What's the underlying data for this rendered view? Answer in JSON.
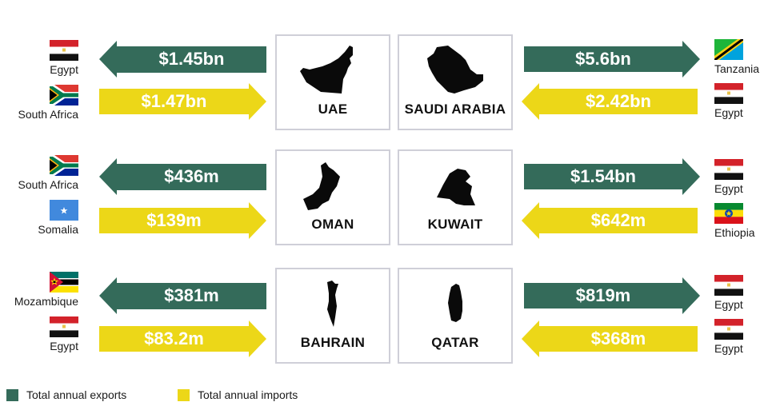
{
  "colors": {
    "exports": "#346b5a",
    "imports": "#ecd718",
    "box_border": "#cfcfd8"
  },
  "countries": [
    {
      "name": "UAE",
      "exports": {
        "value": "$1.45bn",
        "partner": "Egypt",
        "flag": "egypt-flag"
      },
      "imports": {
        "value": "$1.47bn",
        "partner": "South Africa",
        "flag": "south-africa-flag"
      }
    },
    {
      "name": "SAUDI ARABIA",
      "exports": {
        "value": "$5.6bn",
        "partner": "Tanzania",
        "flag": "tanzania-flag"
      },
      "imports": {
        "value": "$2.42bn",
        "partner": "Egypt",
        "flag": "egypt-flag"
      }
    },
    {
      "name": "OMAN",
      "exports": {
        "value": "$436m",
        "partner": "South Africa",
        "flag": "south-africa-flag"
      },
      "imports": {
        "value": "$139m",
        "partner": "Somalia",
        "flag": "somalia-flag"
      }
    },
    {
      "name": "KUWAIT",
      "exports": {
        "value": "$1.54bn",
        "partner": "Egypt",
        "flag": "egypt-flag"
      },
      "imports": {
        "value": "$642m",
        "partner": "Ethiopia",
        "flag": "ethiopia-flag"
      }
    },
    {
      "name": "BAHRAIN",
      "exports": {
        "value": "$381m",
        "partner": "Mozambique",
        "flag": "mozambique-flag"
      },
      "imports": {
        "value": "$83.2m",
        "partner": "Egypt",
        "flag": "egypt-flag"
      }
    },
    {
      "name": "QATAR",
      "exports": {
        "value": "$819m",
        "partner": "Egypt",
        "flag": "egypt-flag"
      },
      "imports": {
        "value": "$368m",
        "partner": "Egypt",
        "flag": "egypt-flag"
      }
    }
  ],
  "legend": {
    "exports_label": "Total annual exports",
    "imports_label": "Total annual imports"
  }
}
